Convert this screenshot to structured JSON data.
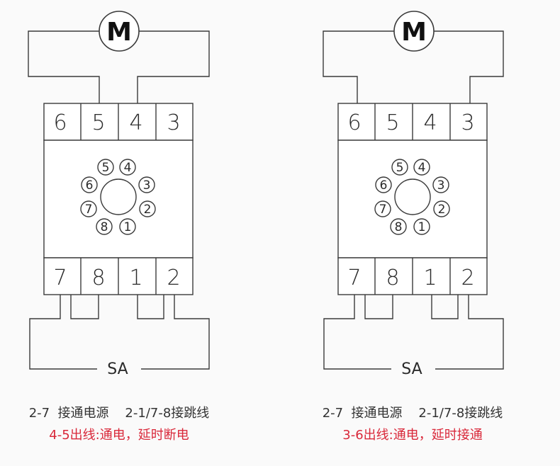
{
  "diagrams": [
    {
      "motor_label": "M",
      "top_terminals": [
        "6",
        "5",
        "4",
        "3"
      ],
      "bottom_terminals": [
        "7",
        "8",
        "1",
        "2"
      ],
      "socket_pins": [
        "5",
        "4",
        "6",
        "3",
        "7",
        "2",
        "8",
        "1"
      ],
      "switch_label": "SA",
      "caption_line1": "2-7  接通电源    2-1/7-8接跳线",
      "caption_line2": "4-5出线:通电，延时断电",
      "motor_connected_terminals": [
        "5",
        "4"
      ]
    },
    {
      "motor_label": "M",
      "top_terminals": [
        "6",
        "5",
        "4",
        "3"
      ],
      "bottom_terminals": [
        "7",
        "8",
        "1",
        "2"
      ],
      "socket_pins": [
        "5",
        "4",
        "6",
        "3",
        "7",
        "2",
        "8",
        "1"
      ],
      "switch_label": "SA",
      "caption_line1": "2-7  接通电源    2-1/7-8接跳线",
      "caption_line2": "3-6出线:通电，延时接通",
      "motor_connected_terminals": [
        "6",
        "3"
      ]
    }
  ],
  "colors": {
    "line": "#3a3a3a",
    "text": "#2a2a2a",
    "caption_normal": "#333333",
    "caption_highlight": "#d9283a",
    "background": "#fafafa"
  }
}
